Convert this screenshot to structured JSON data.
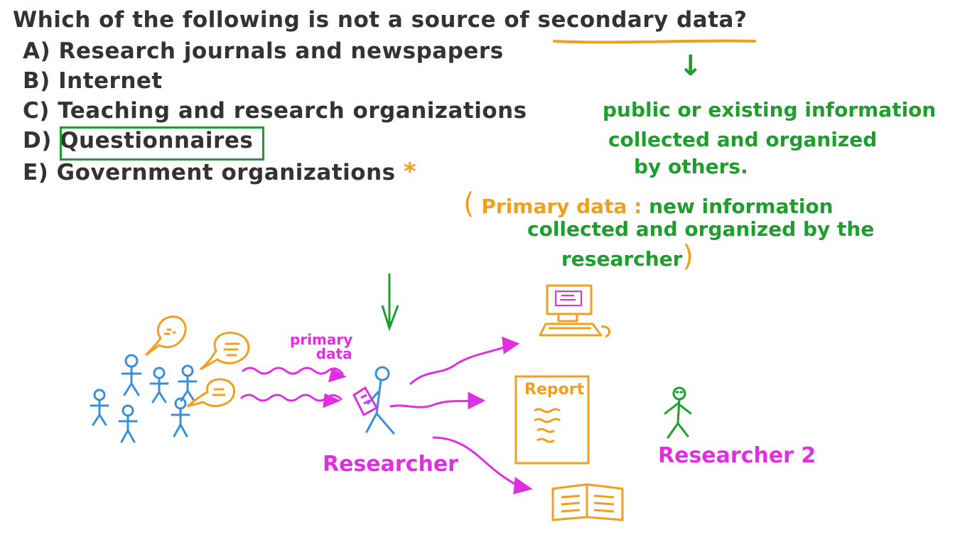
{
  "question": {
    "text_before": "Which of the following is not a source of",
    "highlight": "secondary data",
    "text_after": "?"
  },
  "options": [
    {
      "letter": "A)",
      "text": "Research journals and newspapers"
    },
    {
      "letter": "B)",
      "text": "Internet"
    },
    {
      "letter": "C)",
      "text": "Teaching and research organizations"
    },
    {
      "letter": "D)",
      "text": "Questionnaires"
    },
    {
      "letter": "E)",
      "text": "Government organizations"
    }
  ],
  "marks": {
    "star": "*",
    "down_arrow": "↓"
  },
  "secondary_definition": {
    "line1": "public or existing information",
    "line2": "collected and organized",
    "line3": "by others."
  },
  "primary_definition": {
    "open_paren": "(",
    "term": "Primary data",
    "colon": ":",
    "line1": "new information",
    "line2": "collected and organized by the",
    "line3": "researcher",
    "close_paren": ")"
  },
  "diagram": {
    "primary_data_label_1": "primary",
    "primary_data_label_2": "data",
    "researcher_label": "Researcher",
    "researcher2_label": "Researcher 2",
    "report_label": "Report"
  },
  "colors": {
    "ink": "#333333",
    "green": "#1e9e2d",
    "orange": "#f0a01e",
    "magenta": "#e02ee3",
    "blue": "#3b8fd6"
  }
}
